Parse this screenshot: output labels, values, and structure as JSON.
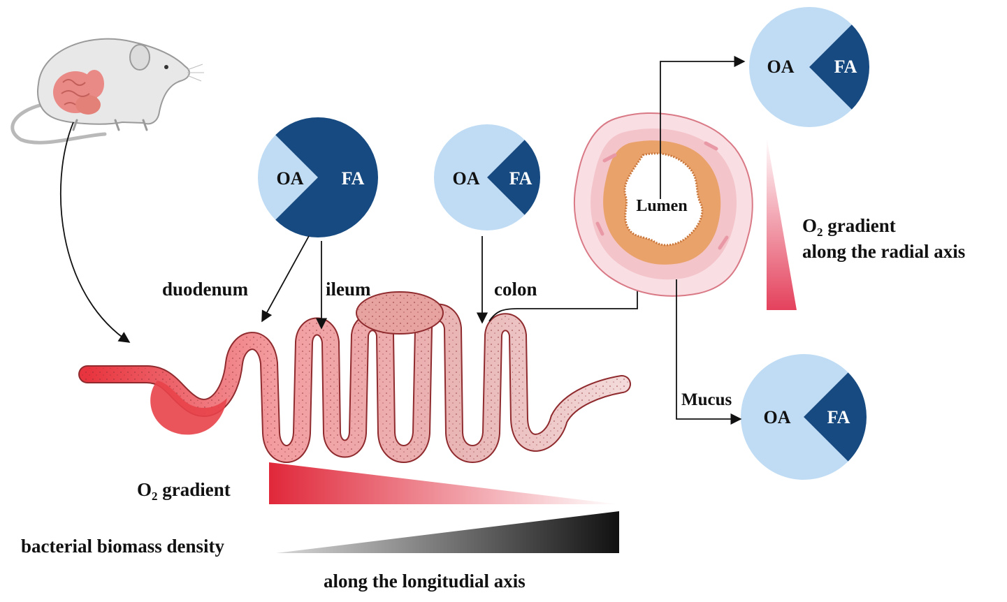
{
  "colors": {
    "oa_light_blue": "#bfdcf4",
    "fa_dark_blue": "#164a80",
    "o2_red": "#e0283a",
    "radial_pink": "#e4415c",
    "biomass_black": "#111111",
    "intestine_red": "#e8434a",
    "lumen_orange": "#e9954f"
  },
  "icons": {
    "mouse": "mouse-with-intestine-icon",
    "cross_section": "intestine-cross-section-icon"
  },
  "labels": {
    "duodenum": "duodenum",
    "ileum": "ileum",
    "colon": "colon",
    "lumen": "Lumen",
    "mucus": "Mucus",
    "o2_gradient_main": "O",
    "o2_gradient_sub": "2",
    "o2_gradient_rest": " gradient",
    "biomass": "bacterial biomass density",
    "longitudinal_axis": "along the longitudial axis",
    "radial_line1_main": "O",
    "radial_line1_sub": "2",
    "radial_line1_rest": " gradient",
    "radial_line2": "along the radial axis"
  },
  "pies": {
    "duodenum_ileum": {
      "oa_label": "OA",
      "fa_label": "FA",
      "fa_fraction": 0.75
    },
    "colon": {
      "oa_label": "OA",
      "fa_label": "FA",
      "fa_fraction": 0.25
    },
    "lumen": {
      "oa_label": "OA",
      "fa_label": "FA",
      "fa_fraction": 0.25
    },
    "mucus": {
      "oa_label": "OA",
      "fa_label": "FA",
      "fa_fraction": 0.25
    }
  }
}
